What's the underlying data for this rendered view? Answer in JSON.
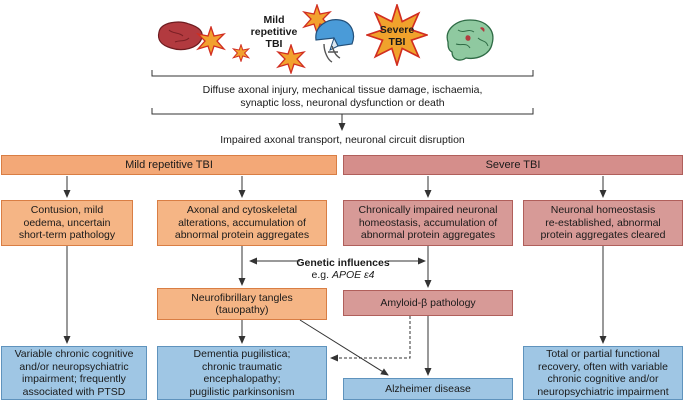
{
  "icons": {
    "mild_label": "Mild\nrepetitive\nTBI",
    "severe_label": "Severe\nTBI"
  },
  "mechanism_text": "Diffuse axonal injury, mechanical tissue damage, ischaemia,\nsynaptic loss, neuronal dysfunction or death",
  "impaired_text": "Impaired axonal transport, neuronal circuit disruption",
  "headers": {
    "mild": "Mild repetitive TBI",
    "severe": "Severe TBI"
  },
  "level2": {
    "contusion": "Contusion, mild\noedema, uncertain\nshort-term pathology",
    "axonal": "Axonal and cytoskeletal\nalterations, accumulation of\nabnormal protein aggregates",
    "chronic": "Chronically impaired neuronal\nhomeostasis, accumulation of\nabnormal protein aggregates",
    "homeostasis": "Neuronal homeostasis\nre-established, abnormal\nprotein aggregates cleared"
  },
  "genetic": {
    "title": "Genetic influences",
    "example_prefix": "e.g. ",
    "example_gene": "APOE ε4"
  },
  "level3": {
    "tangles": "Neurofibrillary tangles\n(tauopathy)",
    "amyloid": "Amyloid-β pathology"
  },
  "outcomes": {
    "variable": "Variable chronic cognitive\nand/or neuropsychiatric\nimpairment; frequently\nassociated with PTSD",
    "dementia": "Dementia pugilistica;\nchronic traumatic\nencephalopathy;\npugilistic parkinsonism",
    "alzheimer": "Alzheimer disease",
    "recovery": "Total or partial functional\nrecovery, often with variable\nchronic cognitive and/or\nneuropsychiatric impairment"
  },
  "colors": {
    "orange_fill": "#f5b585",
    "red_fill": "#d79a97",
    "blue_fill": "#9fc6e4",
    "arrow": "#333333"
  }
}
